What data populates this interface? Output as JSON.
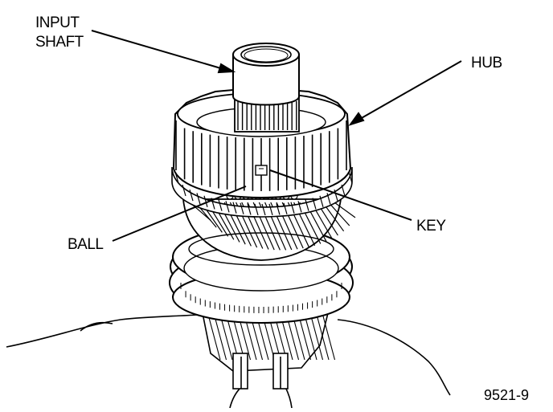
{
  "labels": {
    "input_shaft_line1": "INPUT",
    "input_shaft_line2": "SHAFT",
    "hub": "HUB",
    "key": "KEY",
    "ball": "BALL"
  },
  "figure_number": "9521-9",
  "colors": {
    "ink": "#000000",
    "paper": "#ffffff"
  }
}
